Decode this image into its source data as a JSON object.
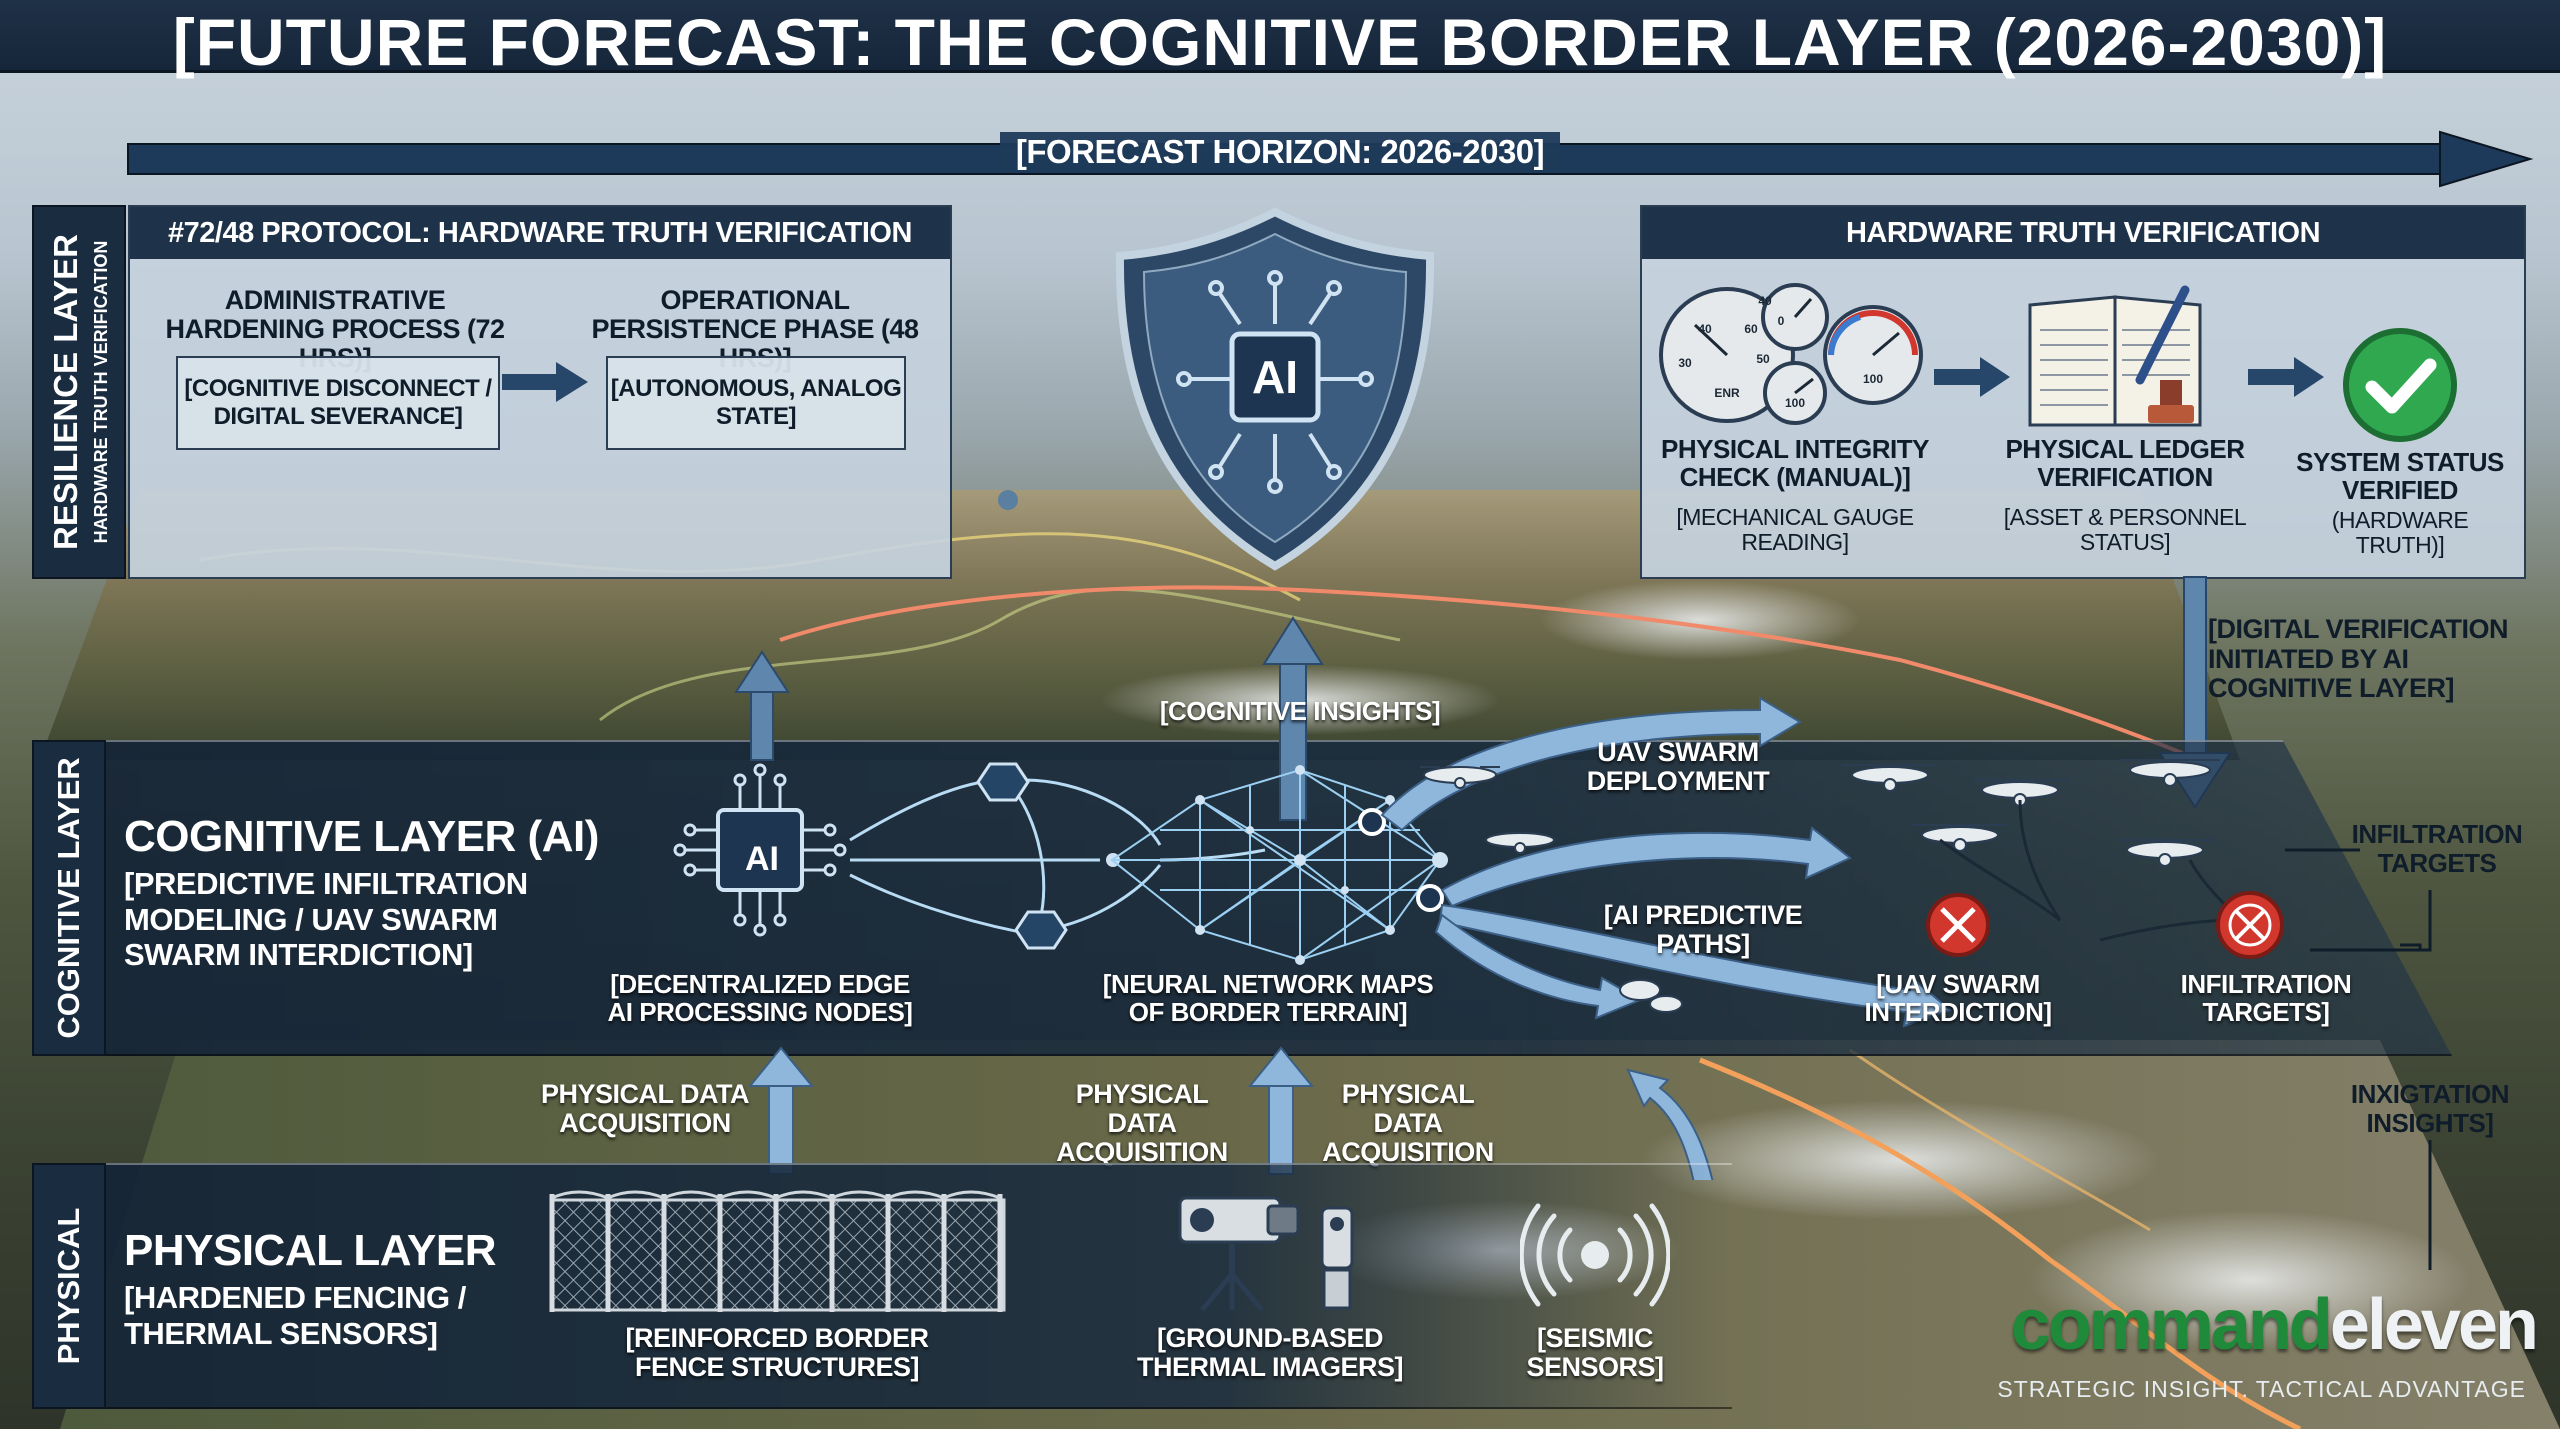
{
  "title": "[FUTURE FORECAST: THE COGNITIVE BORDER LAYER (2026-2030)]",
  "horizon": "[FORECAST HORIZON: 2026-2030]",
  "resilience": {
    "side_title": "RESILIENCE LAYER",
    "side_sub": "HARDWARE TRUTH VERIFICATION",
    "protocol_title": "#72/48 PROTOCOL: HARDWARE TRUTH VERIFICATION",
    "phase1_title": "ADMINISTRATIVE HARDENING PROCESS (72 HRS)]",
    "phase1_box": "[COGNITIVE DISCONNECT / DIGITAL SEVERANCE]",
    "phase2_title": "OPERATIONAL PERSISTENCE PHASE (48 HRS)]",
    "phase2_box": "[AUTONOMOUS, ANALOG STATE]"
  },
  "shield": {
    "label": "AI"
  },
  "hardware": {
    "title": "HARDWARE TRUTH VERIFICATION",
    "gauge_label": "PHYSICAL INTEGRITY CHECK (MANUAL)]",
    "gauge_sub": "[MECHANICAL GAUGE READING]",
    "gauge_marks": [
      "40",
      "30",
      "50",
      "60",
      "ENR",
      "0",
      "100",
      "100",
      "40"
    ],
    "ledger_label": "PHYSICAL LEDGER VERIFICATION",
    "ledger_sub": "[ASSET & PERSONNEL STATUS]",
    "status_label": "SYSTEM STATUS VERIFIED",
    "status_sub": "(HARDWARE TRUTH)]"
  },
  "digital_verification": "[DIGITAL VERIFICATION INITIATED BY AI COGNITIVE LAYER]",
  "cognitive": {
    "side_title": "COGNITIVE LAYER",
    "title": "COGNITIVE LAYER (AI)",
    "subtitle": "[PREDICTIVE INFILTRATION MODELING / UAV SWARM SWARM INTERDICTION]",
    "chip": "AI",
    "edge_nodes": "[DECENTRALIZED EDGE AI PROCESSING NODES]",
    "neural_maps": "[NEURAL NETWORK MAPS OF BORDER TERRAIN]",
    "insights": "[COGNITIVE INSIGHTS]",
    "uav_deploy": "UAV SWARM DEPLOYMENT",
    "ai_paths": "[AI PREDICTIVE PATHS]",
    "uav_interdiction": "[UAV SWARM INTERDICTION]",
    "infiltration_targets": "INFILTRATION TARGETS]",
    "infiltration_callout": "INFILTRATION TARGETS"
  },
  "acquisition": {
    "left": "PHYSICAL DATA ACQUISITION",
    "center": "PHYSICAL DATA ACQUISITION",
    "right": "PHYSICAL DATA ACQUISITION"
  },
  "inxigtation": "INXIGTATION INSIGHTS]",
  "physical": {
    "side_title": "PHYSICAL",
    "title": "PHYSICAL LAYER",
    "subtitle": "[HARDENED FENCING / THERMAL SENSORS]",
    "fence": "[REINFORCED BORDER FENCE STRUCTURES]",
    "thermal": "[GROUND-BASED THERMAL IMAGERS]",
    "seismic": "[SEISMIC SENSORS]"
  },
  "brand": {
    "word1": "command",
    "word2": "eleven",
    "tagline": "STRATEGIC INSIGHT. TACTICAL ADVANTAGE"
  },
  "colors": {
    "navy": "#1e324a",
    "accent_blue": "#8fc1e8",
    "verified_green": "#2fa850",
    "alert_red": "#d2372e",
    "brand_green": "#1f8a3a",
    "border_line": "#f08a6a"
  }
}
